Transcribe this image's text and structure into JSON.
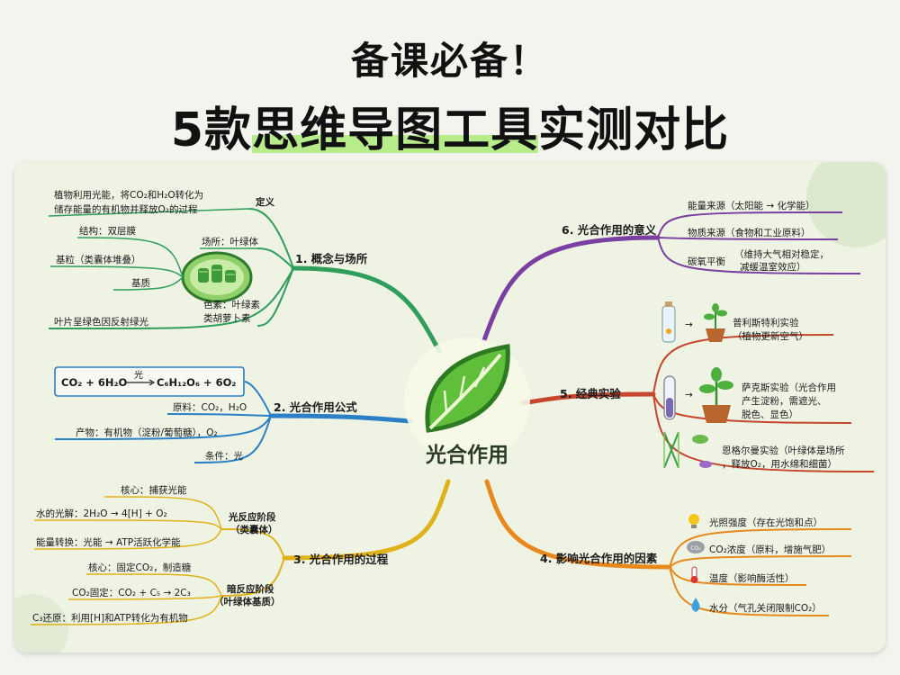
{
  "header": {
    "line1": "备课必备！",
    "line2_pre": "5款",
    "line2_hl": "思维导图工具",
    "line2_post": "实测对比"
  },
  "center": {
    "label": "光合作用"
  },
  "branch1": {
    "title": "1. 概念与场所",
    "definition_label": "定义",
    "definition_text": [
      "植物利用光能，将CO₂和H₂O转化为",
      "储存能量的有机物并释放O₂的过程"
    ],
    "place_label": "场所：叶绿体",
    "structure": "结构：双层膜",
    "grana": "基粒（类囊体堆叠）",
    "stroma": "基质",
    "pigment": [
      "色素：叶绿素",
      "类胡萝卜素"
    ],
    "leaf_green": "叶片呈绿色因反射绿光"
  },
  "branch2": {
    "title": "2. 光合作用公式",
    "equation_left": "CO₂ + 6H₂O",
    "equation_cond": "光",
    "equation_right": "C₆H₁₂O₆ + 6O₂",
    "materials": "原料：CO₂，H₂O",
    "products": "产物：有机物（淀粉/葡萄糖），O₂",
    "condition": "条件：光"
  },
  "branch3": {
    "title": "3. 光合作用的过程",
    "light_stage": [
      "光反应阶段",
      "（类囊体）"
    ],
    "light_items": [
      "核心：捕获光能",
      "水的光解：2H₂O → 4[H] + O₂",
      "能量转换：光能 → ATP活跃化学能"
    ],
    "dark_stage": [
      "暗反应阶段",
      "（叶绿体基质）"
    ],
    "dark_items": [
      "核心：固定CO₂，制造糖",
      "CO₂固定：CO₂ + C₅ → 2C₃",
      "C₃还原：利用[H]和ATP转化为有机物"
    ]
  },
  "branch4": {
    "title": "4. 影响光合作用的因素",
    "items": [
      "光照强度（存在光饱和点）",
      "CO₂浓度（原料，增施气肥）",
      "温度（影响酶活性）",
      "水分（气孔关闭限制CO₂）"
    ],
    "co2_badge": "CO₂"
  },
  "branch5": {
    "title": "5. 经典实验",
    "priestley": [
      "普利斯特利实验",
      "（植物更新空气）"
    ],
    "sachs": [
      "萨克斯实验（光合作用",
      "产生淀粉，需遮光、",
      "脱色、显色）"
    ],
    "engelmann": [
      "恩格尔曼实验（叶绿体是场所",
      "，释放O₂，用水绵和细菌）"
    ]
  },
  "branch6": {
    "title": "6. 光合作用的意义",
    "items": [
      "能量来源（太阳能 → 化学能）",
      "物质来源（食物和工业原料）"
    ],
    "carbon": [
      "碳氧平衡",
      "（维持大气相对稳定，",
      "减缓温室效应）"
    ]
  },
  "colors": {
    "branch1": "#2f9e5a",
    "branch2": "#2b7fc7",
    "branch3": "#e0b21a",
    "branch4": "#e8891e",
    "branch5": "#c8452e",
    "branch6": "#7a3fa0",
    "highlight": "#b8ec8a"
  }
}
